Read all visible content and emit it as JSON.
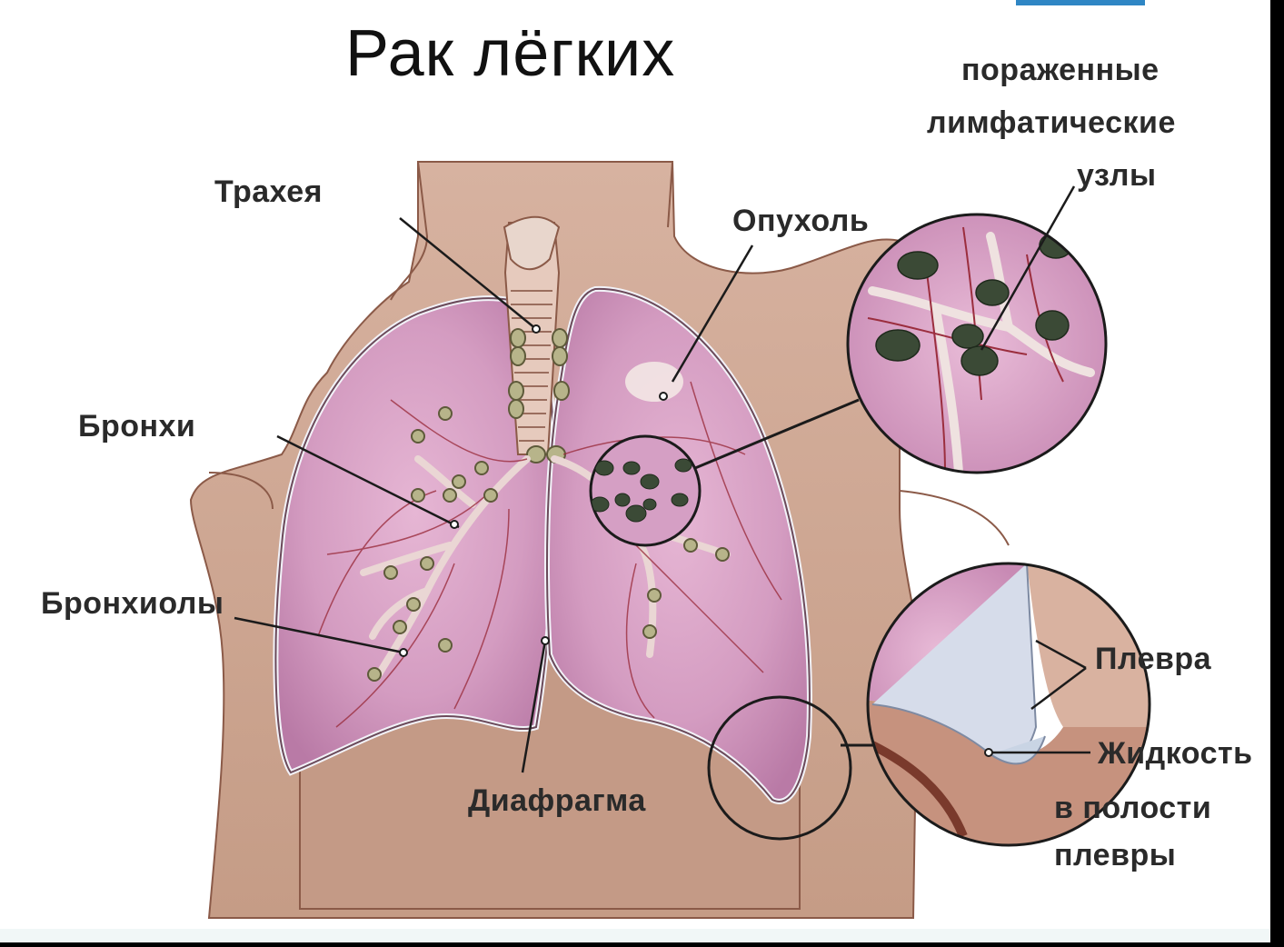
{
  "diagram": {
    "title": "Рак лёгких",
    "labels": {
      "trachea": "Трахея",
      "tumor": "Опухоль",
      "lymph_line1": "пораженные",
      "lymph_line2": "лимфатические",
      "lymph_line3": "узлы",
      "bronchi": "Бронхи",
      "bronchioles": "Бронхиолы",
      "diaphragm": "Диафрагма",
      "pleura": "Плевра",
      "fluid_line1": "Жидкость",
      "fluid_line2": "в полости",
      "fluid_line3": "плевры"
    }
  },
  "colors": {
    "background": "#ffffff",
    "frame": "#000000",
    "skin": "#cfa892",
    "skin_shadow": "#b48a74",
    "lung": "#d9a2c6",
    "lung_dark": "#b97aa6",
    "pleura": "#c9d4e4",
    "vessel": "#9b2e3e",
    "lymph_node": "#3b4a36",
    "callout_line": "#1b1b1b",
    "accent": "#2f86c4"
  }
}
